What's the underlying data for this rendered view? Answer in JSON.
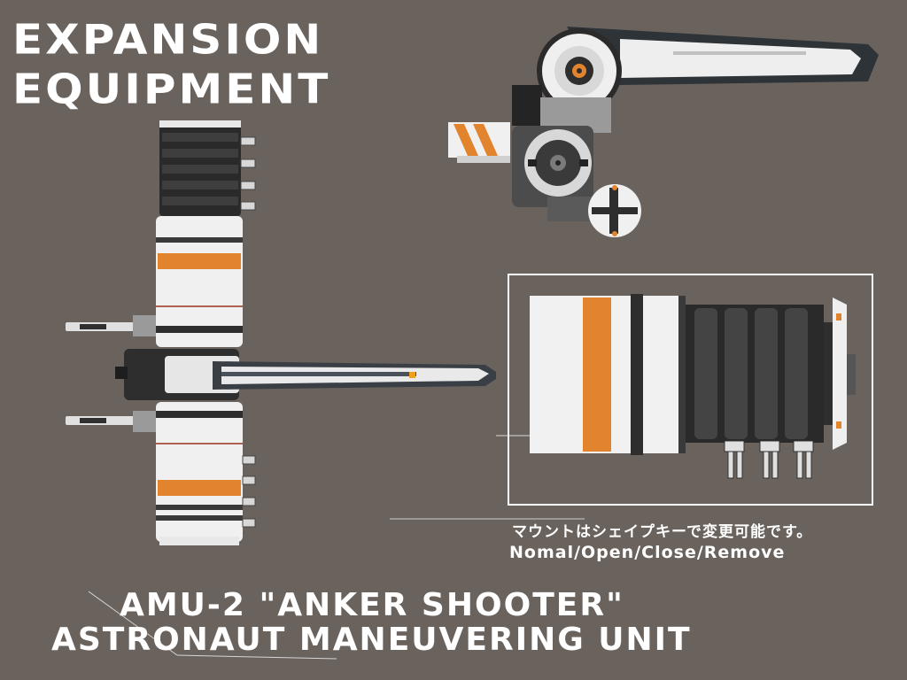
{
  "title": {
    "line1": "EXPANSION",
    "line2": "EQUIPMENT"
  },
  "note": {
    "japanese": "マウントはシェイプキーで変更可能です。",
    "modes": "Nomal/Open/Close/Remove"
  },
  "subtitle": {
    "line1": "AMU-2 \"ANKER SHOOTER\"",
    "line2": "ASTRONAUT MANEUVERING UNIT"
  },
  "colors": {
    "background": "#6a625d",
    "accent_orange": "#e2832e",
    "panel_white": "#f2f2f2",
    "dark_metal": "#2e2e2e"
  }
}
